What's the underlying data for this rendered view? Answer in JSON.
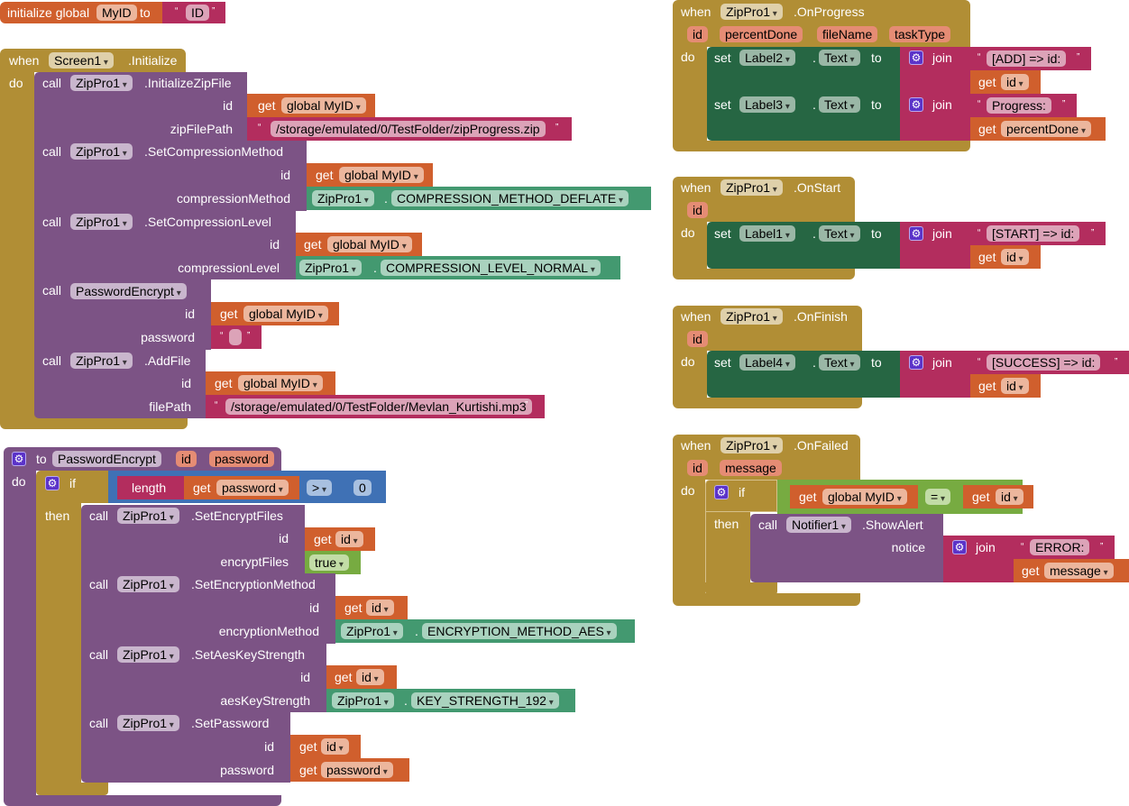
{
  "init_global": {
    "keyword": "initialize global",
    "name": "MyID",
    "to": "to",
    "value": "ID"
  },
  "screen_init": {
    "when": "when",
    "component": "Screen1",
    "event": ".Initialize",
    "do": "do",
    "calls": [
      {
        "call": "call",
        "component": "ZipPro1",
        "method": ".InitializeZipFile",
        "args": [
          {
            "name": "id",
            "get": "get",
            "var": "global MyID"
          },
          {
            "name": "zipFilePath",
            "text": "/storage/emulated/0/TestFolder/zipProgress.zip"
          }
        ]
      },
      {
        "call": "call",
        "component": "ZipPro1",
        "method": ".SetCompressionMethod",
        "args": [
          {
            "name": "id",
            "get": "get",
            "var": "global MyID"
          },
          {
            "name": "compressionMethod",
            "component": "ZipPro1",
            "dot": ".",
            "const": "COMPRESSION_METHOD_DEFLATE"
          }
        ]
      },
      {
        "call": "call",
        "component": "ZipPro1",
        "method": ".SetCompressionLevel",
        "args": [
          {
            "name": "id",
            "get": "get",
            "var": "global MyID"
          },
          {
            "name": "compressionLevel",
            "component": "ZipPro1",
            "dot": ".",
            "const": "COMPRESSION_LEVEL_NORMAL"
          }
        ]
      },
      {
        "call": "call",
        "procedure": "PasswordEncrypt",
        "args": [
          {
            "name": "id",
            "get": "get",
            "var": "global MyID"
          },
          {
            "name": "password",
            "text": ""
          }
        ]
      },
      {
        "call": "call",
        "component": "ZipPro1",
        "method": ".AddFile",
        "args": [
          {
            "name": "id",
            "get": "get",
            "var": "global MyID"
          },
          {
            "name": "filePath",
            "text": "/storage/emulated/0/TestFolder/Mevlan_Kurtishi.mp3"
          }
        ]
      }
    ]
  },
  "proc_def": {
    "to": "to",
    "name": "PasswordEncrypt",
    "params": [
      "id",
      "password"
    ],
    "do": "do",
    "if": "if",
    "then": "then",
    "condition": {
      "length": "length",
      "get": "get",
      "var": "password",
      "op": ">",
      "num": "0"
    },
    "calls": [
      {
        "call": "call",
        "component": "ZipPro1",
        "method": ".SetEncryptFiles",
        "args": [
          {
            "name": "id",
            "get": "get",
            "var": "id"
          },
          {
            "name": "encryptFiles",
            "bool": "true"
          }
        ]
      },
      {
        "call": "call",
        "component": "ZipPro1",
        "method": ".SetEncryptionMethod",
        "args": [
          {
            "name": "id",
            "get": "get",
            "var": "id"
          },
          {
            "name": "encryptionMethod",
            "component": "ZipPro1",
            "dot": ".",
            "const": "ENCRYPTION_METHOD_AES"
          }
        ]
      },
      {
        "call": "call",
        "component": "ZipPro1",
        "method": ".SetAesKeyStrength",
        "args": [
          {
            "name": "id",
            "get": "get",
            "var": "id"
          },
          {
            "name": "aesKeyStrength",
            "component": "ZipPro1",
            "dot": ".",
            "const": "KEY_STRENGTH_192"
          }
        ]
      },
      {
        "call": "call",
        "component": "ZipPro1",
        "method": ".SetPassword",
        "args": [
          {
            "name": "id",
            "get": "get",
            "var": "id"
          },
          {
            "name": "password",
            "get": "get",
            "var": "password"
          }
        ]
      }
    ]
  },
  "on_progress": {
    "when": "when",
    "component": "ZipPro1",
    "event": ".OnProgress",
    "params": [
      "id",
      "percentDone",
      "fileName",
      "taskType"
    ],
    "do": "do",
    "sets": [
      {
        "set": "set",
        "component": "Label2",
        "dot": ".",
        "prop": "Text",
        "to": "to",
        "join": "join",
        "text": "[ADD] => id: ",
        "get": "get",
        "var": "id"
      },
      {
        "set": "set",
        "component": "Label3",
        "dot": ".",
        "prop": "Text",
        "to": "to",
        "join": "join",
        "text": "Progress: ",
        "get": "get",
        "var": "percentDone"
      }
    ]
  },
  "on_start": {
    "when": "when",
    "component": "ZipPro1",
    "event": ".OnStart",
    "params": [
      "id"
    ],
    "do": "do",
    "set": {
      "set": "set",
      "component": "Label1",
      "dot": ".",
      "prop": "Text",
      "to": "to",
      "join": "join",
      "text": "[START] => id: ",
      "get": "get",
      "var": "id"
    }
  },
  "on_finish": {
    "when": "when",
    "component": "ZipPro1",
    "event": ".OnFinish",
    "params": [
      "id"
    ],
    "do": "do",
    "set": {
      "set": "set",
      "component": "Label4",
      "dot": ".",
      "prop": "Text",
      "to": "to",
      "join": "join",
      "text": "[SUCCESS] => id: ",
      "get": "get",
      "var": "id"
    }
  },
  "on_failed": {
    "when": "when",
    "component": "ZipPro1",
    "event": ".OnFailed",
    "params": [
      "id",
      "message"
    ],
    "do": "do",
    "if": "if",
    "then": "then",
    "condition": {
      "get1": "get",
      "var1": "global MyID",
      "op": "=",
      "get2": "get",
      "var2": "id"
    },
    "call": {
      "call": "call",
      "component": "Notifier1",
      "method": ".ShowAlert",
      "arg": "notice",
      "join": "join",
      "text": "ERROR: ",
      "get": "get",
      "var": "message"
    }
  },
  "quotes": {
    "open": "“",
    "close": "”"
  }
}
